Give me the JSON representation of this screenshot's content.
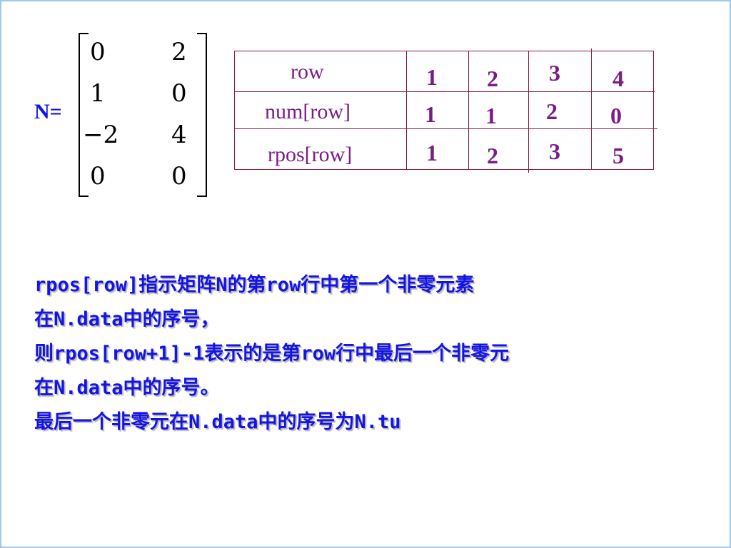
{
  "matrix": {
    "label": "N=",
    "rows": [
      [
        "0",
        "2"
      ],
      [
        "1",
        "0"
      ],
      [
        "−2",
        "4"
      ],
      [
        "0",
        "0"
      ]
    ]
  },
  "table": {
    "row_labels": [
      "row",
      "num[row]",
      "rpos[row]"
    ],
    "row_values": [
      [
        "1",
        "2",
        "3",
        "4"
      ],
      [
        "1",
        "1",
        "2",
        "0"
      ],
      [
        "1",
        "2",
        "3",
        "5"
      ]
    ]
  },
  "explanation": [
    "rpos[row]指示矩阵N的第row行中第一个非零元素",
    "在N.data中的序号，",
    "则rpos[row+1]-1表示的是第row行中最后一个非零元",
    "在N.data中的序号。",
    "最后一个非零元在N.data中的序号为N.tu"
  ]
}
